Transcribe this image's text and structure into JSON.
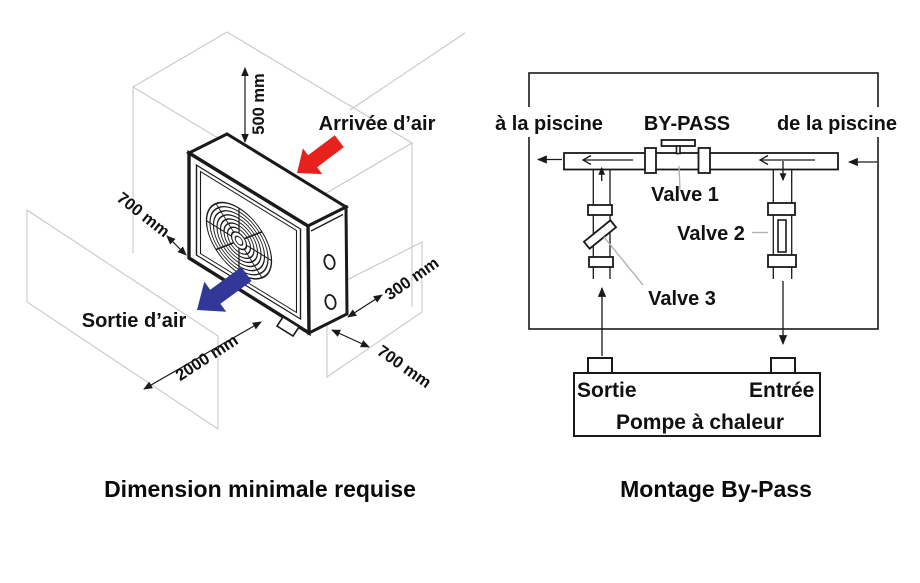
{
  "left_diagram": {
    "caption": "Dimension minimale requise",
    "air_inlet_label": "Arrivée d’air",
    "air_outlet_label": "Sortie d’air",
    "dim_top": "500 mm",
    "dim_side_left": "700 mm",
    "dim_side_right": "300 mm",
    "dim_front_clearance": "700 mm",
    "dim_outlet_clearance": "2000 mm",
    "colors": {
      "inlet_arrow": "#e8211d",
      "outlet_arrow": "#323897"
    }
  },
  "right_diagram": {
    "caption": "Montage By-Pass",
    "to_pool_label": "à la piscine",
    "bypass_label": "BY-PASS",
    "from_pool_label": "de la piscine",
    "valve1_label": "Valve 1",
    "valve2_label": "Valve 2",
    "valve3_label": "Valve 3",
    "pump_outlet_label": "Sortie",
    "pump_inlet_label": "Entrée",
    "pump_label": "Pompe à chaleur"
  }
}
